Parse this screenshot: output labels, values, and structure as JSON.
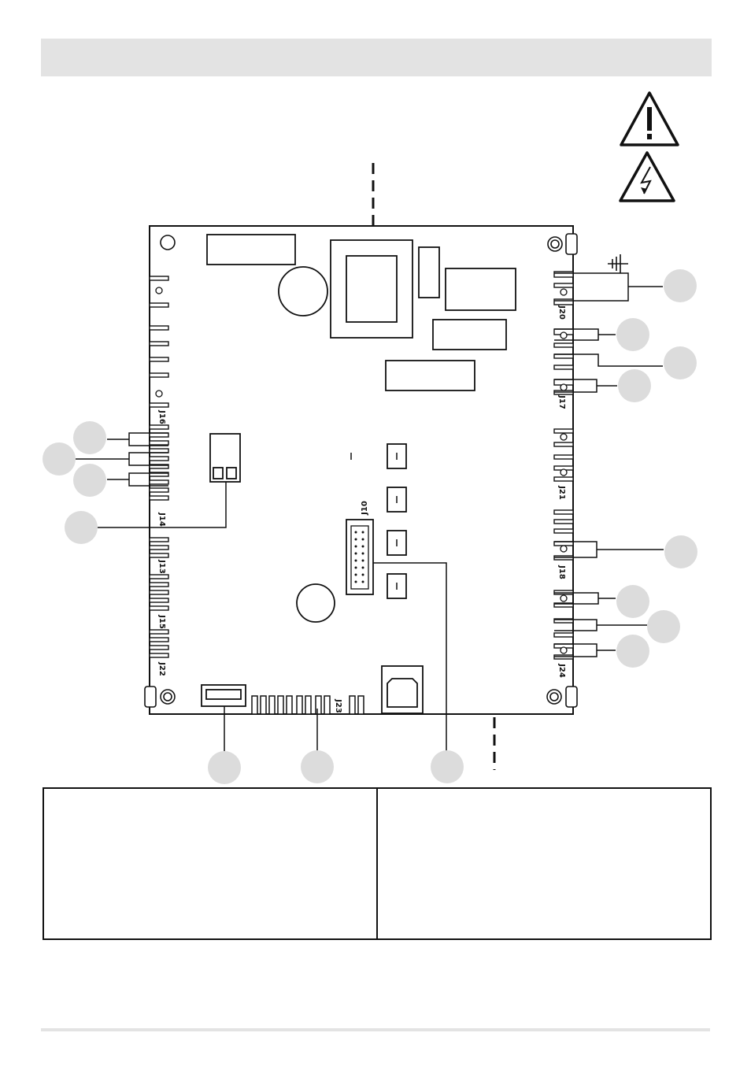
{
  "connectors": {
    "j10": "J10",
    "j13": "J13",
    "j14": "J14",
    "j15": "J15",
    "j16": "J16",
    "j17": "J17",
    "j18": "J18",
    "j20": "J20",
    "j21": "J21",
    "j22": "J22",
    "j23": "J23",
    "j24": "J24"
  },
  "icons": {
    "warning": "exclamation-warning-icon",
    "electric": "electric-shock-warning-icon",
    "ground": "earth-ground-icon"
  },
  "colors": {
    "line": "#111111",
    "callout_fill": "#dcdcdc",
    "title_bar": "#e3e3e3"
  }
}
